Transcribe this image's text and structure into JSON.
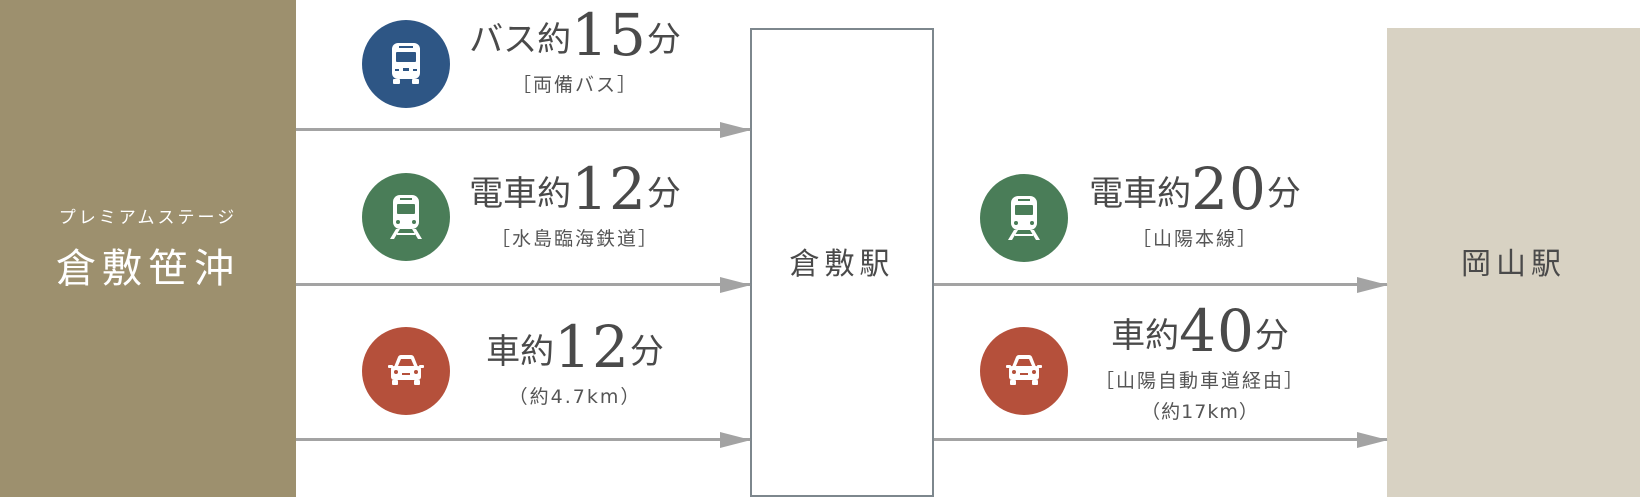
{
  "origin": {
    "subtitle": "プレミアムステージ",
    "name": "倉敷笹沖",
    "color": "#9d906e"
  },
  "hub": {
    "name": "倉敷駅"
  },
  "destination": {
    "name": "岡山駅",
    "color": "#d8d2c3"
  },
  "colors": {
    "bus": "#2e5685",
    "train": "#4a7d58",
    "car": "#b5503b",
    "arrow": "#a3a3a3"
  },
  "routes_to_hub": [
    {
      "mode": "bus",
      "icon": "bus-icon",
      "prefix": "バス約",
      "minutes": "15",
      "unit": "分",
      "detail": "［両備バス］"
    },
    {
      "mode": "train",
      "icon": "train-icon",
      "prefix": "電車約",
      "minutes": "12",
      "unit": "分",
      "detail": "［水島臨海鉄道］"
    },
    {
      "mode": "car",
      "icon": "car-icon",
      "prefix": "車約",
      "minutes": "12",
      "unit": "分",
      "detail": "（約4.7km）"
    }
  ],
  "routes_to_destination": [
    {
      "mode": "train",
      "icon": "train-icon",
      "prefix": "電車約",
      "minutes": "20",
      "unit": "分",
      "detail": "［山陽本線］"
    },
    {
      "mode": "car",
      "icon": "car-icon",
      "prefix": "車約",
      "minutes": "40",
      "unit": "分",
      "detail": "［山陽自動車道経由］",
      "detail2": "（約17km）"
    }
  ]
}
